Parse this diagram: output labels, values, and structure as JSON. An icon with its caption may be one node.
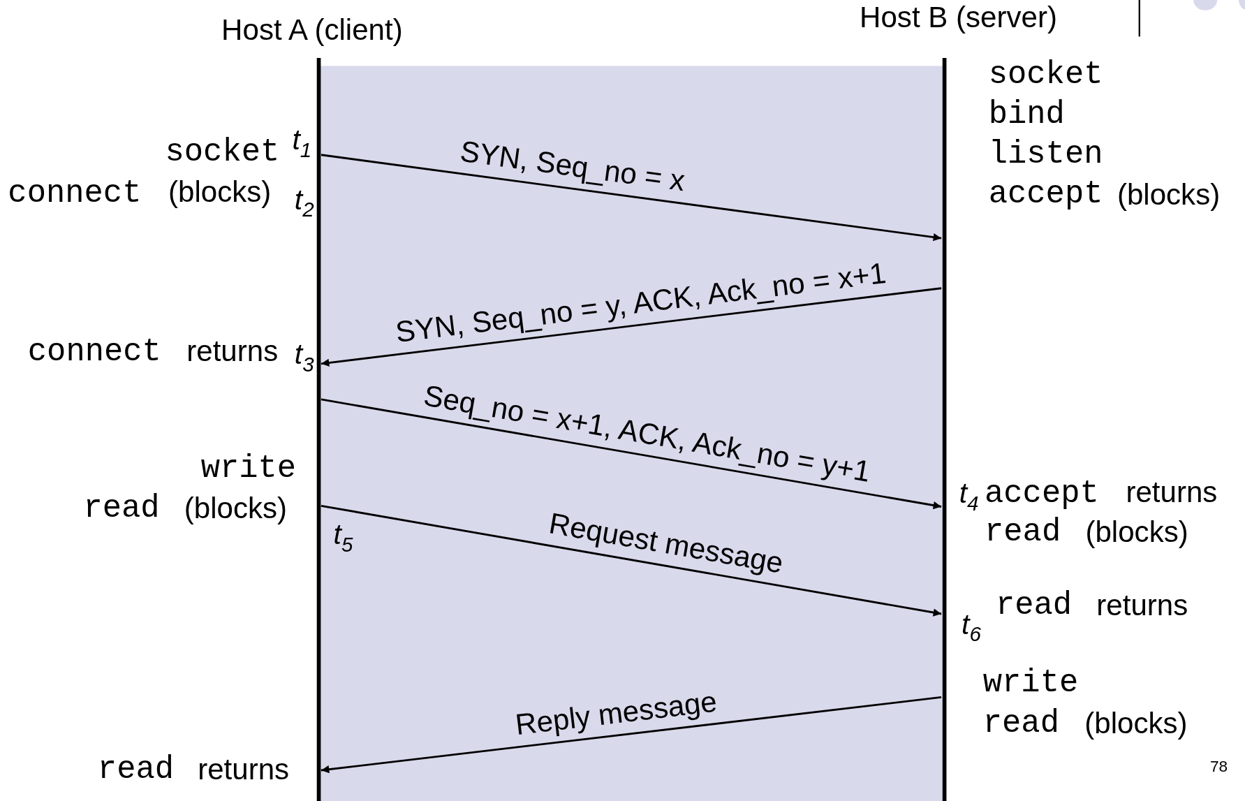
{
  "diagram": {
    "nodes": [
      {
        "text": [
          "Host A (client)"
        ]
      },
      {
        "text": [
          "Host B (server)"
        ]
      }
    ],
    "edges": [
      {
        "from": 0,
        "to": 1,
        "arrow": "to",
        "label": "SYN, Seq_no = x"
      },
      {
        "from": 1,
        "to": 0,
        "arrow": "to",
        "label": "SYN, Seq_no = y, ACK, Ack_no = x+1"
      },
      {
        "from": 0,
        "to": 1,
        "arrow": "to",
        "label": "Seq_no = x+1, ACK, Ack_no = y+1"
      },
      {
        "from": 0,
        "to": 1,
        "arrow": "to",
        "label": "Request message"
      },
      {
        "from": 1,
        "to": 0,
        "arrow": "to",
        "label": "Reply message"
      }
    ],
    "labels": [
      "socket",
      "bind",
      "socket",
      "t$_{1}$",
      "listen",
      "connect",
      "(blocks)",
      "t$_{2}$",
      "accept",
      "(blocks)",
      "connect",
      "returns",
      "t$_{3}$",
      "write",
      "t$_{4}$",
      "accept",
      "returns",
      "read",
      "(blocks)",
      "t$_{5}$",
      "read",
      "(blocks)",
      "read",
      "returns",
      "t$_{6}$",
      "write",
      "read",
      "(blocks)",
      "read",
      "returns",
      "78"
    ]
  }
}
